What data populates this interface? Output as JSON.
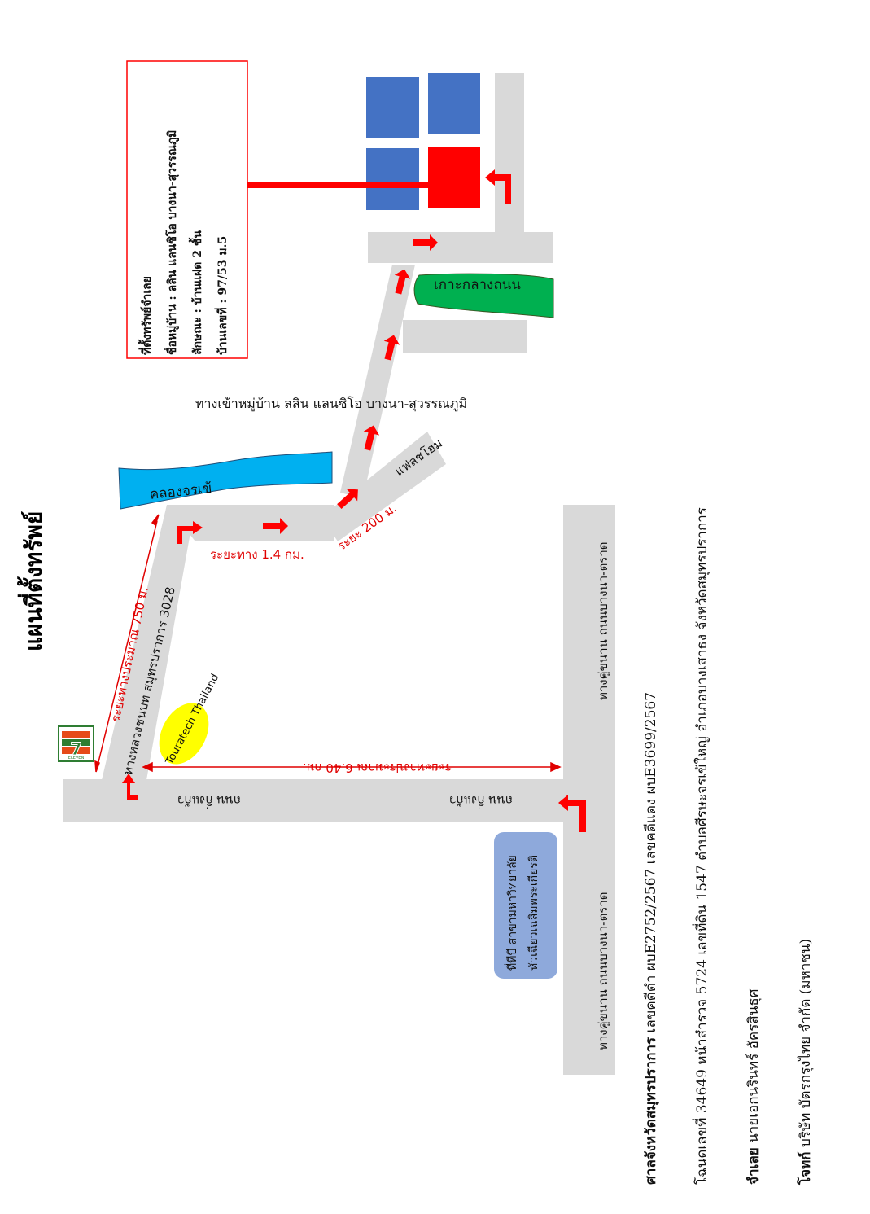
{
  "title": "แผนที่ตั้งทรัพย์",
  "property_box": {
    "lines": [
      "ที่ตั้งทรัพย์จำเลย",
      "ชื่อหมู่บ้าน : ลลิน แลนซิโอ บางนา-สุวรรณภูมิ",
      "ลักษณะ : บ้านแฝด 2 ชั้น",
      "บ้านเลขที่ : 97/53 ม.5"
    ]
  },
  "labels": {
    "island": "เกาะกลางถนน",
    "canal": "คลองจรเข้",
    "village_entrance": "ทางเข้าหมู่บ้าน ลลิน แลนซิโอ บางนา-สุวรรณภูมิ",
    "flash_home": "แฟลชโฮม",
    "rural_road": "ทางหลวงชนบท สมุทรปราการ 3028",
    "dist_750": "ระยะทางประมาณ 750 ม.",
    "dist_14": "ระยะทาง 1.4 กม.",
    "dist_200": "ระยะ 200 ม.",
    "dist_640": "ระยะทางประมาณ 6.40 กม.",
    "king_kaew_top": "ถนน กิ่งแก้ว",
    "king_kaew_bottom": "ถนน กิ่งแก้ว",
    "parallel_road_top": "ทางคู่ขนาน ถนนบางนา-ตราด",
    "parallel_road_bottom": "ทางคู่ขนาน ถนนบางนา-ตราด",
    "university": "ที่ทีบี สาขามหาวิทยาลัย\nหัวเฉียวเฉลิมพระเกียรติ",
    "touratech": "Touratech Thailand",
    "seven_eleven_text": "ELEVEN"
  },
  "footer": {
    "court_bold": "ศาลจังหวัดสมุทรปราการ",
    "court_rest": " เลขคดีดำ ผบE2752/2567 เลขคดีแดง ผบE3699/2567",
    "deed": "โฉนดเลขที่ 34649 หน้าสำรวจ 5724 เลขที่ดิน 1547 ตำบลศีรษะจรเข้ใหญ่ อำเภอบางเสาธง จังหวัดสมุทรปราการ",
    "defendant_bold": "จำเลย",
    "defendant_rest": " นายเอกนรินทร์ อัครสินธุศ",
    "plaintiff_bold": "โจทก์",
    "plaintiff_rest": " บริษัท บัตรกรุงไทย  จำกัด (มหาชน)"
  },
  "colors": {
    "road": "#d9d9d9",
    "blue_house": "#4472c4",
    "target_house": "#ff0000",
    "island": "#00b050",
    "canal": "#00b0f0",
    "university_box": "#8ea9db",
    "touratech": "#ffff00",
    "arrow": "#ff0000"
  },
  "icons": {
    "seven_eleven": "seven-eleven-logo-icon",
    "arrow": "red-direction-arrow-icon"
  }
}
